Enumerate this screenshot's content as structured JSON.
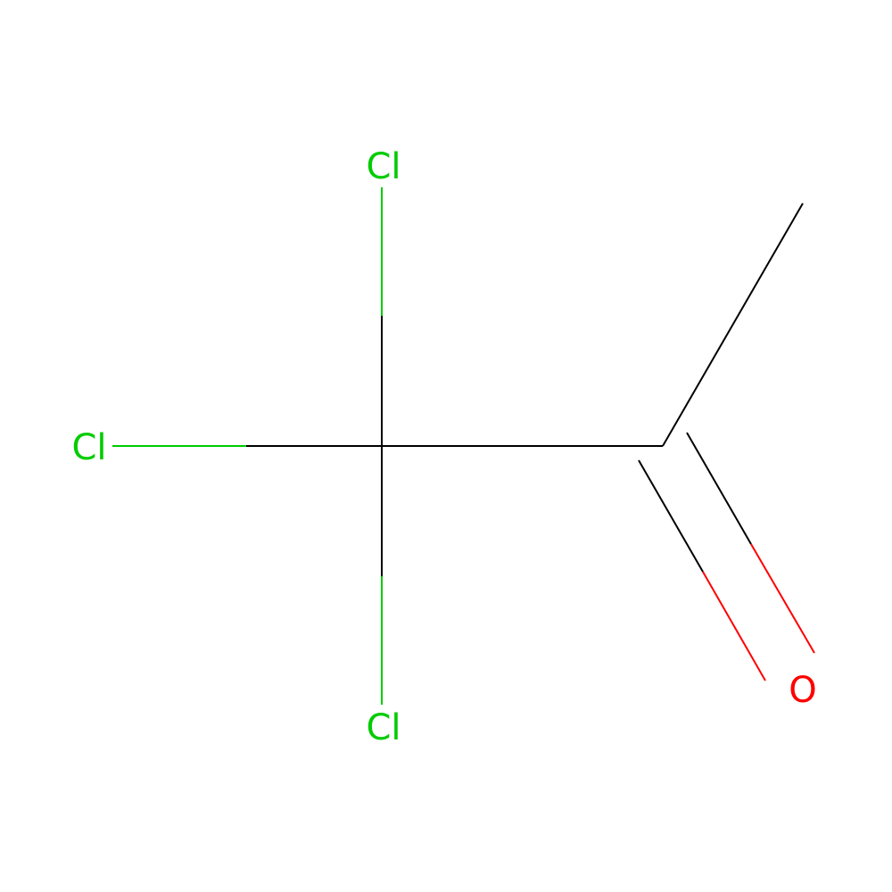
{
  "molecule": {
    "colors": {
      "carbon": "#000000",
      "chlorine": "#00CC00",
      "oxygen": "#FF0000"
    },
    "atoms": {
      "cl_top": {
        "element": "chlorine",
        "label": "Cl"
      },
      "cl_left": {
        "element": "chlorine",
        "label": "Cl"
      },
      "cl_bottom": {
        "element": "chlorine",
        "label": "Cl"
      },
      "o": {
        "element": "oxygen",
        "label": "O"
      },
      "c_ccl3": {
        "element": "carbon",
        "label": ""
      },
      "c_carbonyl": {
        "element": "carbon",
        "label": ""
      },
      "c_methyl": {
        "element": "carbon",
        "label": ""
      }
    },
    "bonds": [
      {
        "from": "c_ccl3",
        "to": "cl_top",
        "order": 1
      },
      {
        "from": "c_ccl3",
        "to": "cl_left",
        "order": 1
      },
      {
        "from": "c_ccl3",
        "to": "cl_bottom",
        "order": 1
      },
      {
        "from": "c_ccl3",
        "to": "c_carbonyl",
        "order": 1
      },
      {
        "from": "c_carbonyl",
        "to": "c_methyl",
        "order": 1
      },
      {
        "from": "c_carbonyl",
        "to": "o",
        "order": 2
      }
    ]
  }
}
